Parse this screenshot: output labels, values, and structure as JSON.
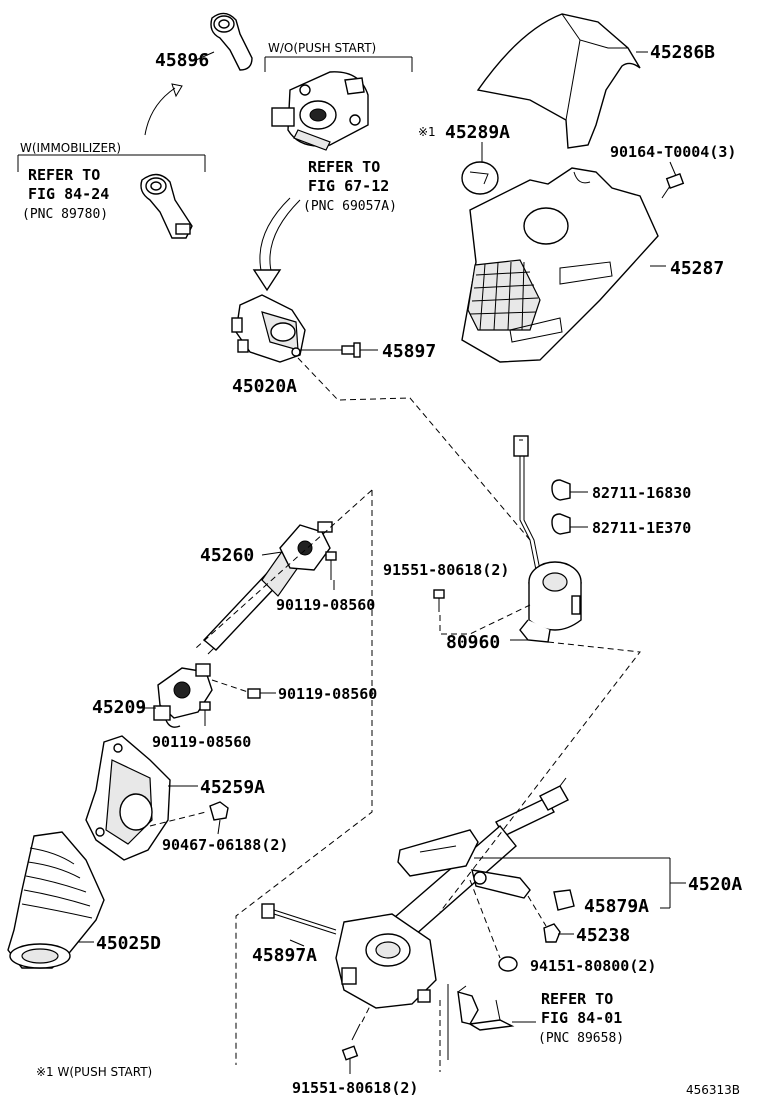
{
  "parts": {
    "p45896": "45896",
    "p45286B": "45286B",
    "p45289A": "45289A",
    "p45289A_mark": "※1",
    "p90164": "90164-T0004(3)",
    "p45287": "45287",
    "p45897": "45897",
    "p45020A": "45020A",
    "p82711_16830": "82711-16830",
    "p82711_1E370": "82711-1E370",
    "p91551_80618_top": "91551-80618(2)",
    "p80960": "80960",
    "p45260": "45260",
    "p90119_a": "90119-08560",
    "p90119_b": "90119-08560",
    "p45209": "45209",
    "p90119_c": "90119-08560",
    "p45259A": "45259A",
    "p90467": "90467-06188(2)",
    "p45025D": "45025D",
    "p4520A": "4520A",
    "p45879A": "45879A",
    "p45238": "45238",
    "p45897A": "45897A",
    "p94151": "94151-80800(2)",
    "p91551_80618_bot": "91551-80618(2)"
  },
  "refs": {
    "wo_push": {
      "title": "W/O(PUSH START)",
      "line1": "REFER TO",
      "line2": "FIG 67-12",
      "line3": "(PNC 69057A)"
    },
    "w_immob": {
      "title": "W(IMMOBILIZER)",
      "line1": "REFER TO",
      "line2": "FIG 84-24",
      "line3": "(PNC 89780)"
    },
    "fig8401": {
      "line1": "REFER TO",
      "line2": "FIG 84-01",
      "line3": "(PNC 89658)"
    }
  },
  "footnote": "※1  W(PUSH START)",
  "diagram_id": "456313B"
}
